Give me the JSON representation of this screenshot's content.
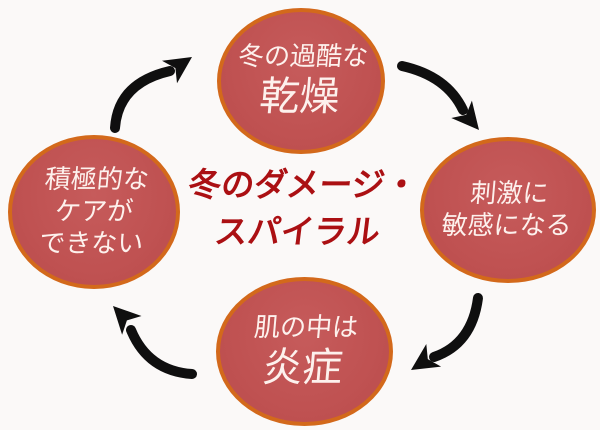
{
  "diagram": {
    "title": {
      "line1": "冬のダメージ・",
      "line2": "スパイラル"
    },
    "nodes": {
      "top": {
        "line1": "冬の過酷な",
        "line2": "乾燥"
      },
      "right": {
        "line1": "刺激に",
        "line2": "敏感になる"
      },
      "bottom": {
        "line1": "肌の中は",
        "line2": "炎症"
      },
      "left": {
        "line1": "積極的な",
        "line2": "ケアが",
        "line3": "できない"
      }
    },
    "arrows": [
      {
        "icon": "curved-arrow-icon",
        "from": "left",
        "to": "top",
        "direction": "clockwise"
      },
      {
        "icon": "curved-arrow-icon",
        "from": "top",
        "to": "right",
        "direction": "clockwise"
      },
      {
        "icon": "curved-arrow-icon",
        "from": "right",
        "to": "bottom",
        "direction": "clockwise"
      },
      {
        "icon": "curved-arrow-icon",
        "from": "bottom",
        "to": "left",
        "direction": "clockwise"
      }
    ],
    "colors": {
      "node_fill": "#bf5151",
      "node_border": "#d3691b",
      "node_text": "#fdf1ed",
      "title_text": "#ab1013",
      "arrow": "#0f0f0f",
      "background": "#fbf9f8"
    }
  }
}
